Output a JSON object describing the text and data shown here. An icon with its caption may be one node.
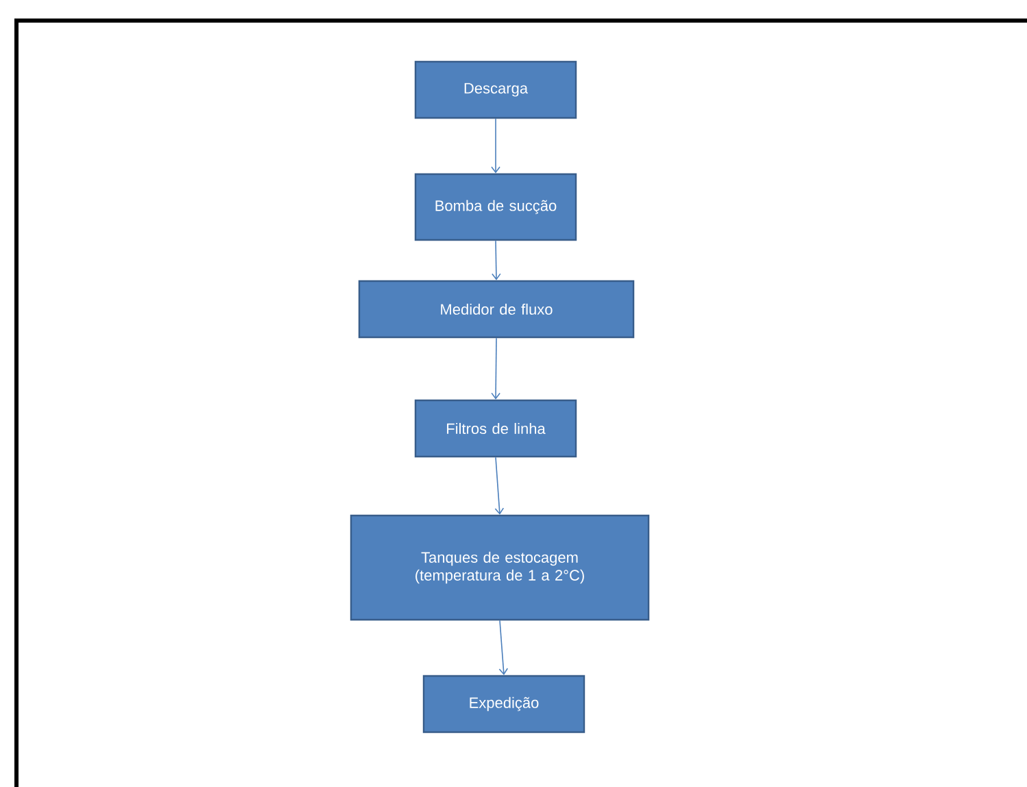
{
  "diagram": {
    "nodes": [
      {
        "text": [
          "Descarga"
        ]
      },
      {
        "text": [
          "Bomba de sucção"
        ]
      },
      {
        "text": [
          "Medidor de fluxo"
        ]
      },
      {
        "text": [
          "Filtros de linha"
        ]
      },
      {
        "text": [
          "Tanques de estocagem (temperatura de 1 a 2°C)"
        ]
      },
      {
        "text": [
          "Expedição"
        ]
      }
    ],
    "edges": [
      {
        "from": 0,
        "to": 1,
        "arrow": "to"
      },
      {
        "from": 1,
        "to": 2,
        "arrow": "to"
      },
      {
        "from": 2,
        "to": 3,
        "arrow": "to"
      },
      {
        "from": 3,
        "to": 4,
        "arrow": "to"
      },
      {
        "from": 4,
        "to": 5,
        "arrow": "to"
      }
    ]
  }
}
